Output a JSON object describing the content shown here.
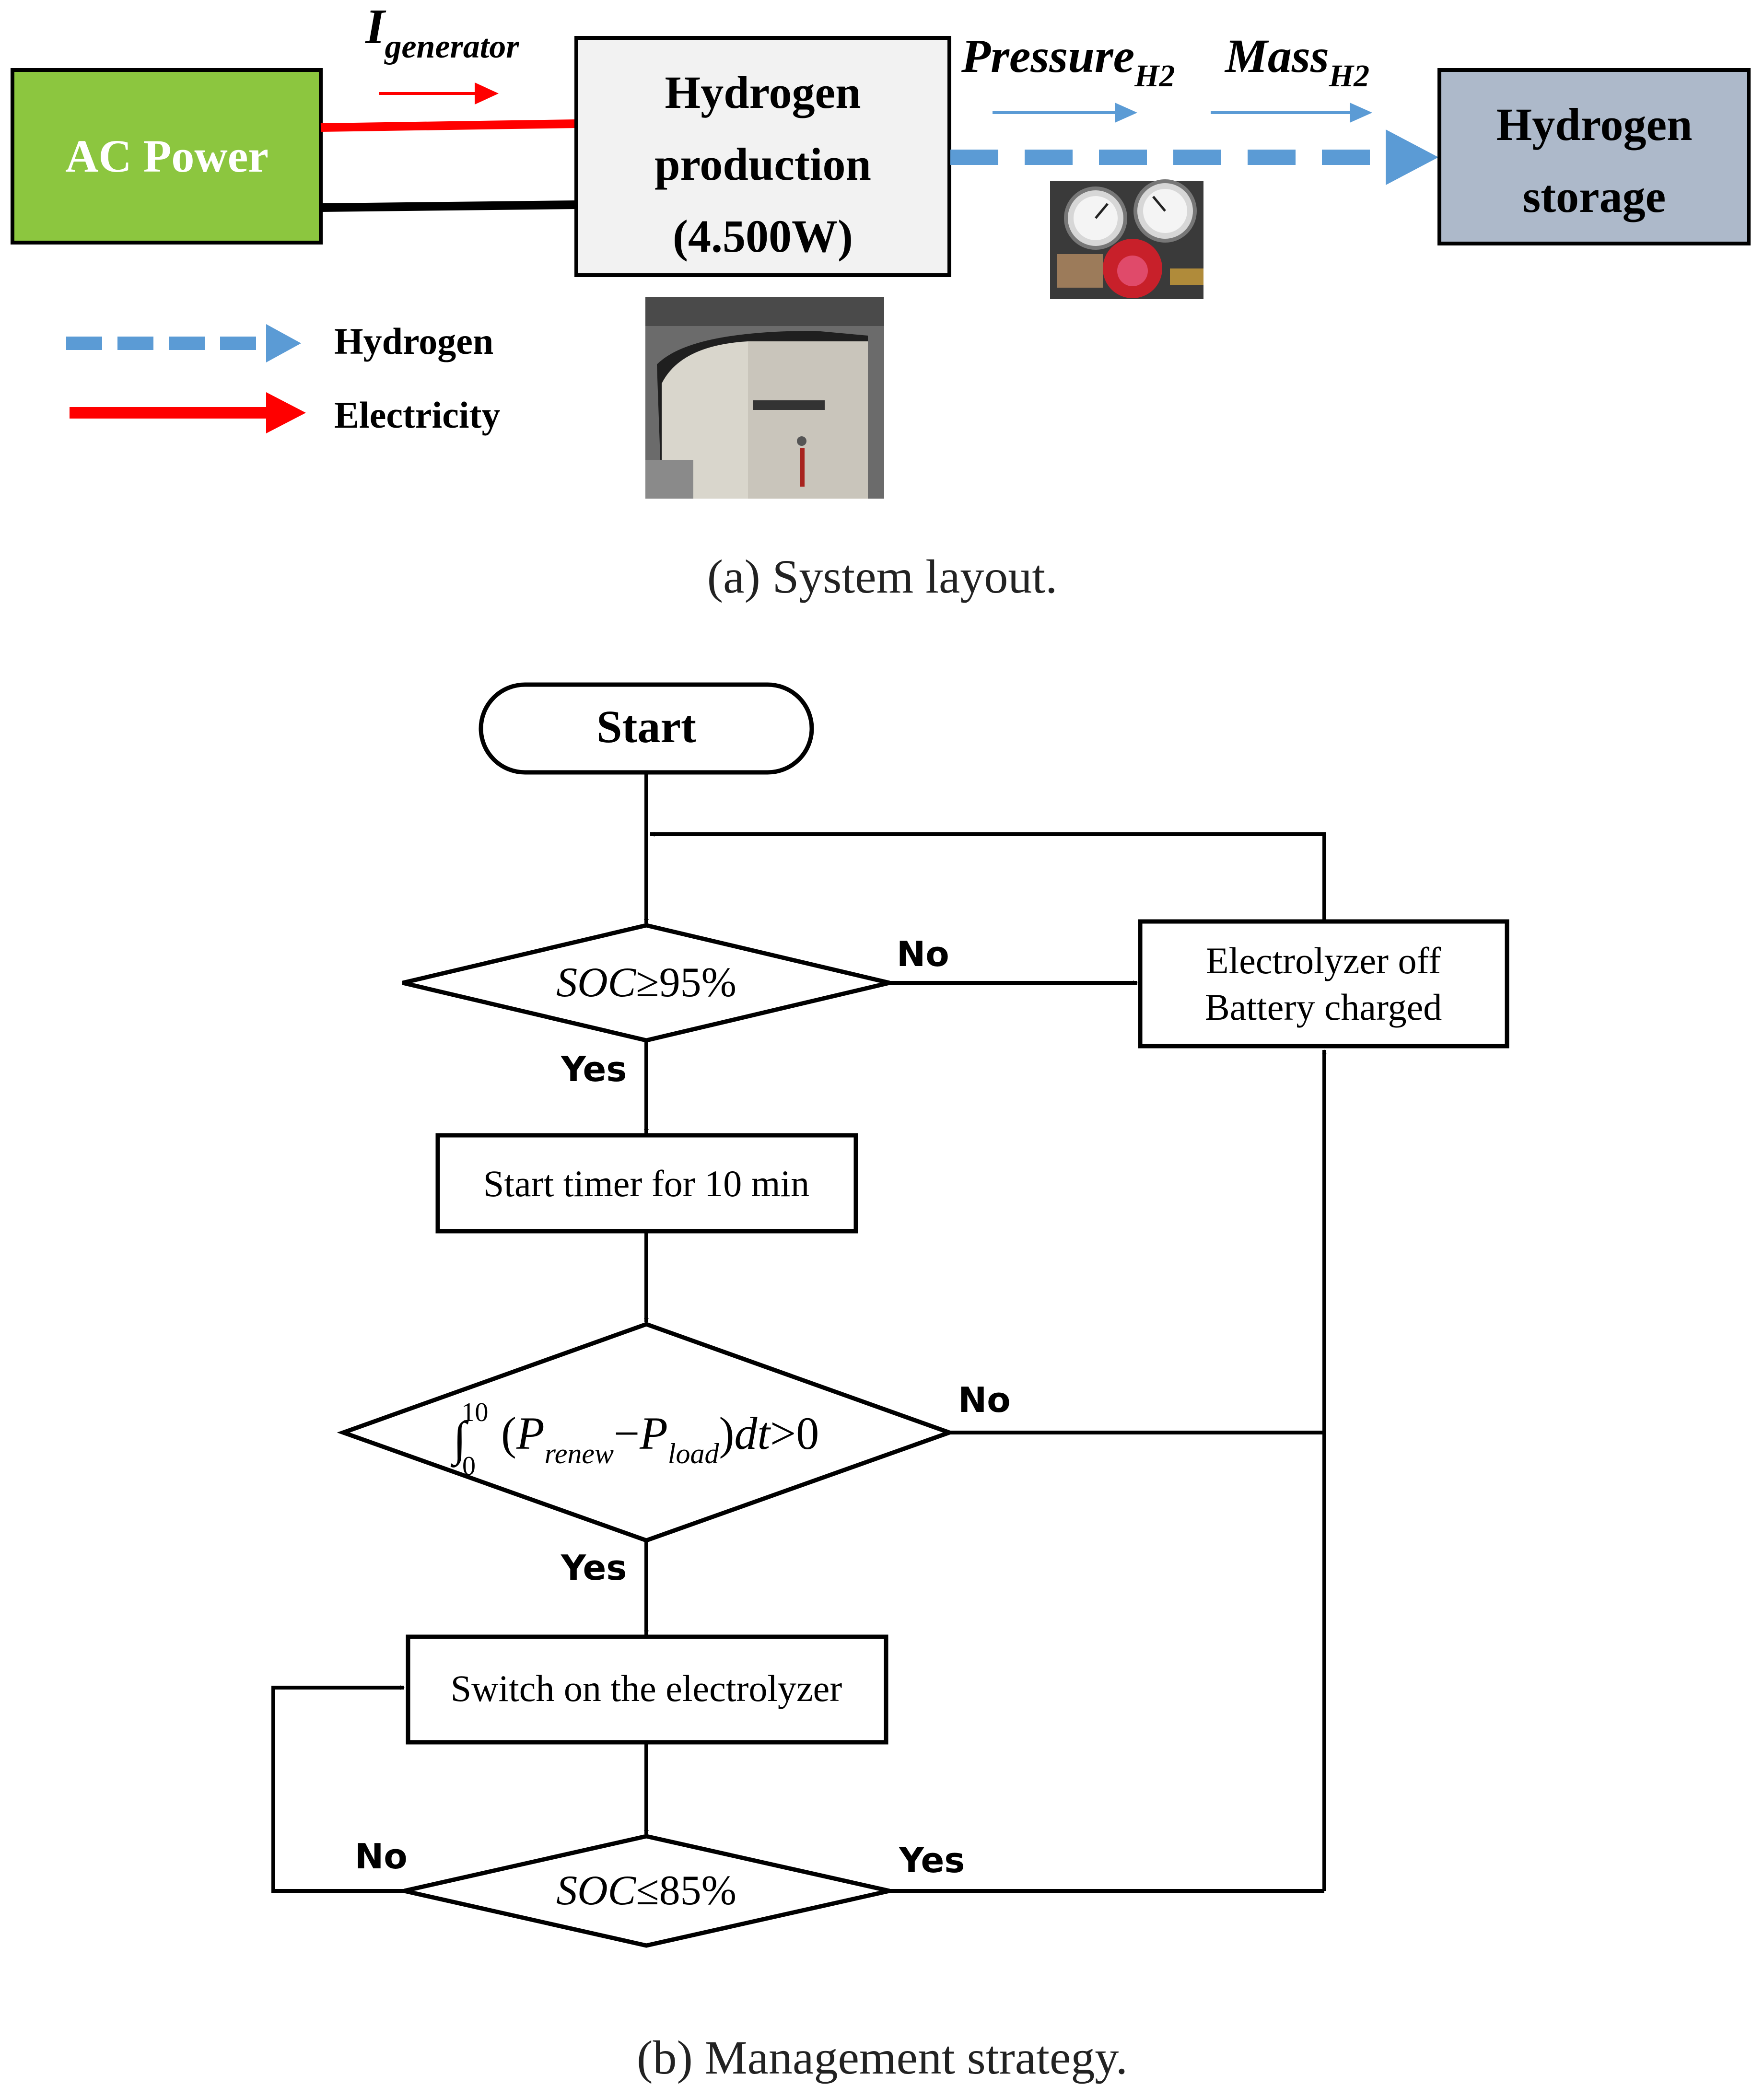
{
  "layout": {
    "ac_power": "AC Power",
    "i_generator": {
      "main": "I",
      "sub": "generator"
    },
    "production": {
      "line1": "Hydrogen",
      "line2": "production",
      "line3": "(4.500W)"
    },
    "pressure": {
      "main": "Pressure",
      "sub": "H2"
    },
    "mass": {
      "main": "Mass",
      "sub": "H2"
    },
    "storage": {
      "line1": "Hydrogen",
      "line2": "storage"
    },
    "legend": {
      "hydrogen": "Hydrogen",
      "electricity": "Electricity"
    },
    "caption": "(a) System layout."
  },
  "flowchart": {
    "start": "Start",
    "decision1": {
      "var": "SOC",
      "op": "≥",
      "val": "95%"
    },
    "timer": "Start timer for 10 min",
    "decision2": {
      "integral_sign": "∫",
      "upper": "10",
      "lower": "0",
      "open": "(",
      "p1": "P",
      "p1_sub": "renew",
      "minus": "−",
      "p2": "P",
      "p2_sub": "load",
      "close": ")",
      "dt": "dt",
      "rest": ">0"
    },
    "switch_on": "Switch on the electrolyzer",
    "decision3": {
      "var": "SOC",
      "op": "≤",
      "val": "85%"
    },
    "off_box": {
      "line1": "Electrolyzer off",
      "line2": "Battery charged"
    },
    "labels": {
      "no1": "No",
      "yes1": "Yes",
      "no2": "No",
      "yes2": "Yes",
      "no3": "No",
      "yes3": "Yes"
    },
    "caption": "(b) Management strategy."
  },
  "colors": {
    "ac_power_fill": "#8cc63f",
    "production_fill": "#f2f2f2",
    "storage_fill": "#adb9ca",
    "hydrogen_flow": "#5b9bd5",
    "electricity": "#ff0000"
  }
}
